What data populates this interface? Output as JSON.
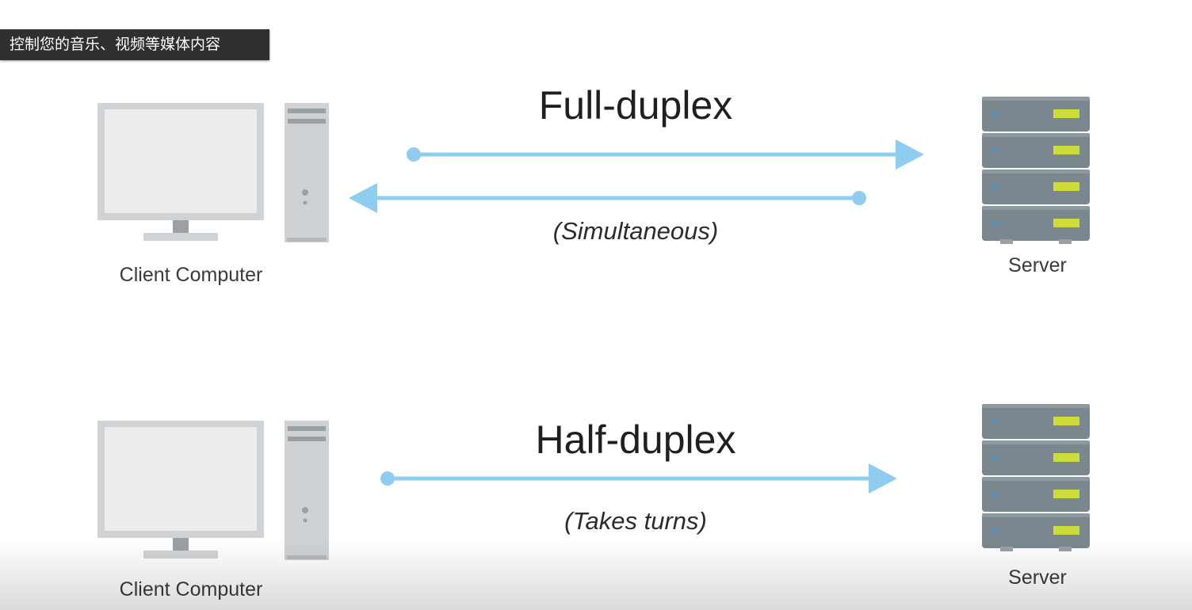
{
  "overlay": {
    "tooltip_text": "控制您的音乐、视频等媒体内容"
  },
  "full_duplex": {
    "title": "Full-duplex",
    "subtitle": "(Simultaneous)",
    "client_label": "Client Computer",
    "server_label": "Server"
  },
  "half_duplex": {
    "title": "Half-duplex",
    "subtitle": "(Takes turns)",
    "client_label": "Client Computer",
    "server_label": "Server"
  },
  "colors": {
    "arrow": "#8ecdf0",
    "monitor_frame": "#d0d3d5",
    "monitor_screen": "#ececec",
    "tower": "#cfd2d4",
    "server_body": "#7a878e",
    "server_led": "#cddc39"
  }
}
